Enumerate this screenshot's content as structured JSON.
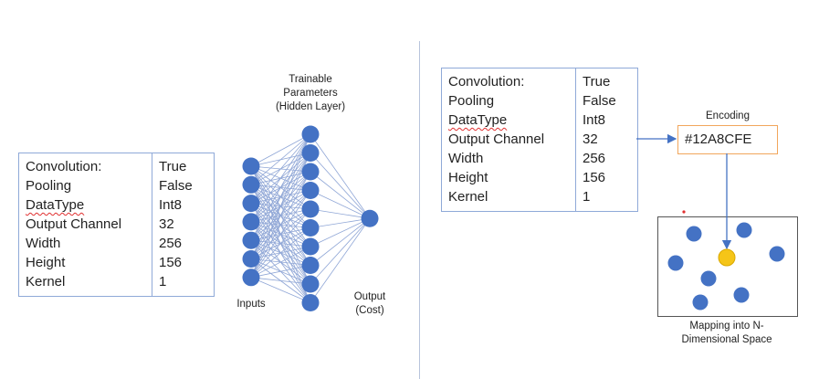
{
  "left_table": {
    "rows": [
      {
        "key": "Convolution:",
        "value": "True"
      },
      {
        "key": "Pooling",
        "value": "False"
      },
      {
        "key": "DataType",
        "value": "Int8"
      },
      {
        "key": "Output Channel",
        "value": "32"
      },
      {
        "key": "Width",
        "value": "256"
      },
      {
        "key": "Height",
        "value": "156"
      },
      {
        "key": "Kernel",
        "value": "1"
      }
    ]
  },
  "network": {
    "label_hidden_line1": "Trainable",
    "label_hidden_line2": "Parameters",
    "label_hidden_line3": "(Hidden Layer)",
    "label_inputs": "Inputs",
    "label_output_line1": "Output",
    "label_output_line2": "(Cost)",
    "input_nodes": 7,
    "hidden_nodes": 10,
    "output_nodes": 1
  },
  "right_table": {
    "rows": [
      {
        "key": "Convolution:",
        "value": "True"
      },
      {
        "key": "Pooling",
        "value": "False"
      },
      {
        "key": "DataType",
        "value": "Int8"
      },
      {
        "key": "Output Channel",
        "value": "32"
      },
      {
        "key": "Width",
        "value": "256"
      },
      {
        "key": "Height",
        "value": "156"
      },
      {
        "key": "Kernel",
        "value": "1"
      }
    ]
  },
  "encoding": {
    "label": "Encoding",
    "value": "#12A8CFE"
  },
  "space": {
    "label_line1": "Mapping into N-",
    "label_line2": "Dimensional Space"
  },
  "colors": {
    "node_blue": "#4472c4",
    "highlight_yellow": "#f5c518",
    "table_border": "#8fa9d8",
    "encoding_border": "#f2a65c"
  }
}
